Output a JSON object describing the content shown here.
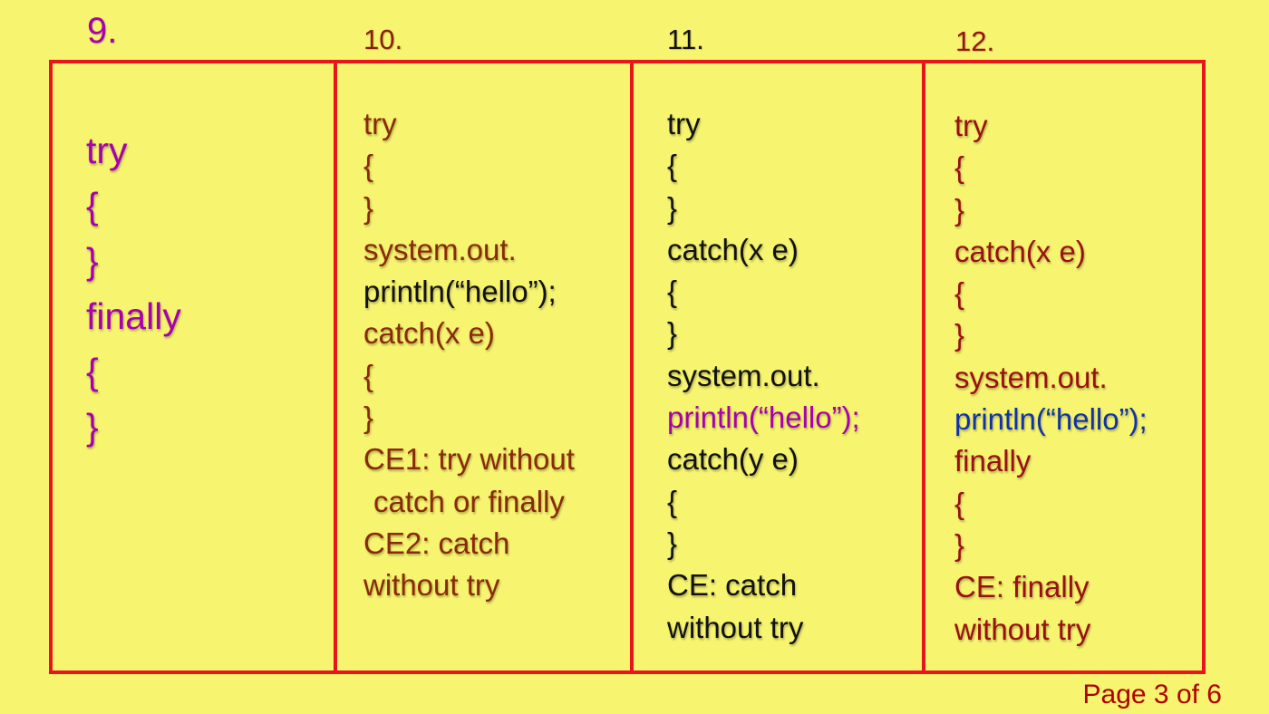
{
  "colors": {
    "background": "#f7f570",
    "frame": "#e8151c",
    "magenta": "#a800b0",
    "brown": "#8a2a05",
    "dark": "#111111",
    "red": "#9a1010",
    "blue": "#1133aa"
  },
  "columns": [
    {
      "number": "9.",
      "lines": [
        "try",
        "{",
        "}",
        "finally",
        "{",
        "}"
      ]
    },
    {
      "number": "10.",
      "lines": [
        "try",
        "{",
        "}",
        "system.out.",
        "println(“hello”);",
        "catch(x e)",
        "{",
        "}",
        "CE1: try without",
        "catch or finally",
        "CE2: catch",
        "without try"
      ]
    },
    {
      "number": "11.",
      "lines": [
        "try",
        "{",
        "}",
        "catch(x e)",
        "{",
        "}",
        "system.out.",
        "println(“hello”);",
        "catch(y e)",
        "{",
        "}",
        "CE: catch",
        "without try"
      ]
    },
    {
      "number": "12.",
      "lines": [
        "try",
        "{",
        "}",
        "catch(x e)",
        "{",
        "}",
        "system.out.",
        "println(“hello”);",
        "finally",
        "{",
        "}",
        "CE: finally",
        "without try"
      ]
    }
  ],
  "footer": {
    "page_label": "Page 3 of 6"
  }
}
